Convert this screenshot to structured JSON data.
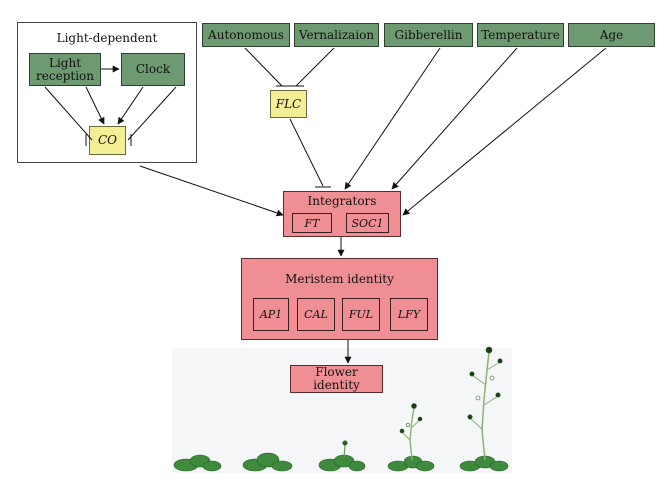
{
  "diagram": {
    "light_group": {
      "title": "Light-dependent",
      "light_reception": "Light reception",
      "clock": "Clock",
      "co": "CO"
    },
    "pathways": {
      "autonomous": "Autonomous",
      "vernalization": "Vernalizaion",
      "gibberellin": "Gibberellin",
      "temperature": "Temperature",
      "age": "Age"
    },
    "flc": "FLC",
    "integrators": {
      "title": "Integrators",
      "genes": [
        "FT",
        "SOC1"
      ]
    },
    "meristem": {
      "title": "Meristem identity",
      "genes": [
        "AP1",
        "CAL",
        "FUL",
        "LFY"
      ]
    },
    "flower_identity": "Flower identity",
    "colors": {
      "pathway_green": "#6e9a72",
      "repressor_yellow": "#f4ef96",
      "integrator_pink": "#ef8f93",
      "plant_green": "#3f8a3c"
    }
  }
}
